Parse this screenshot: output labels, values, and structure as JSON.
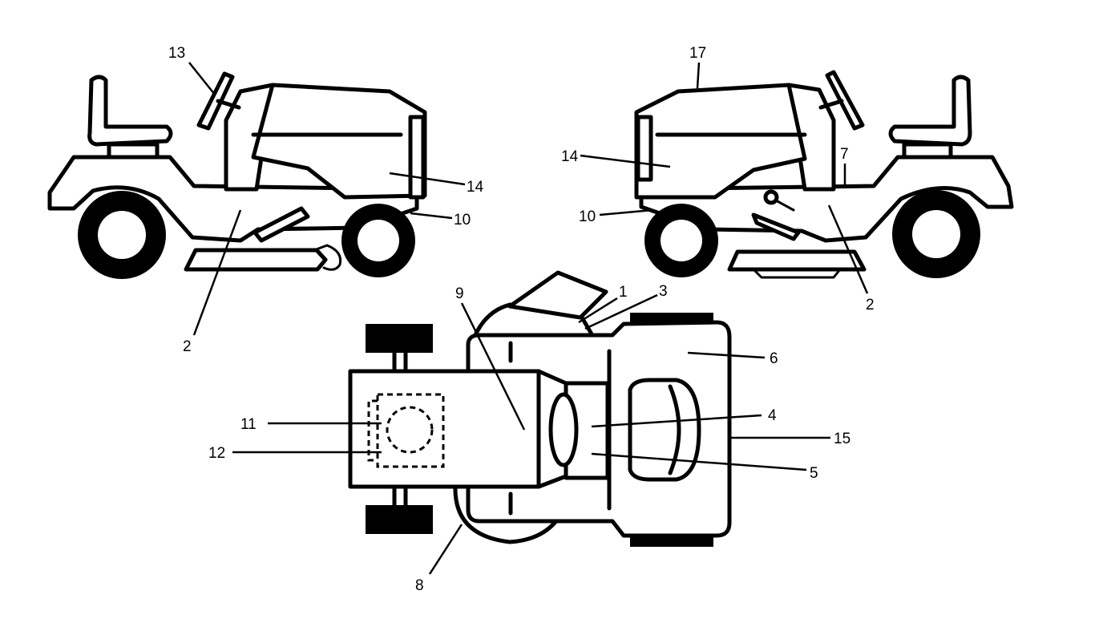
{
  "callouts": [
    {
      "id": "l13a",
      "text": "13"
    },
    {
      "id": "l14a",
      "text": "14"
    },
    {
      "id": "l10a",
      "text": "10"
    },
    {
      "id": "l2a",
      "text": "2"
    },
    {
      "id": "l17",
      "text": "17"
    },
    {
      "id": "l14b",
      "text": "14"
    },
    {
      "id": "l7",
      "text": "7"
    },
    {
      "id": "l10b",
      "text": "10"
    },
    {
      "id": "l2b",
      "text": "2"
    },
    {
      "id": "l9",
      "text": "9"
    },
    {
      "id": "l1",
      "text": "1"
    },
    {
      "id": "l3",
      "text": "3"
    },
    {
      "id": "l6",
      "text": "6"
    },
    {
      "id": "l4",
      "text": "4"
    },
    {
      "id": "l15",
      "text": "15"
    },
    {
      "id": "l5",
      "text": "5"
    },
    {
      "id": "l11",
      "text": "11"
    },
    {
      "id": "l12",
      "text": "12"
    },
    {
      "id": "l8",
      "text": "8"
    }
  ]
}
